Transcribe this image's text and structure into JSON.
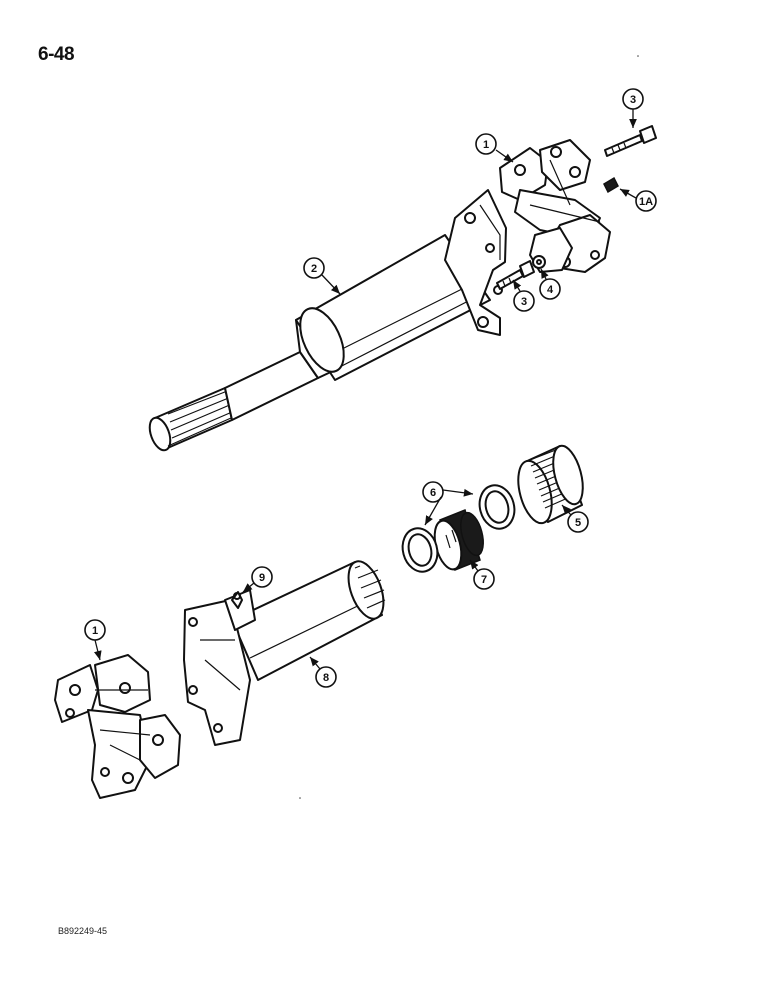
{
  "page_number": "6-48",
  "footer_code": "B892249-45",
  "callouts": {
    "c1_top": "1",
    "c1a": "1A",
    "c2": "2",
    "c3_top": "3",
    "c3_bottom": "3",
    "c4": "4",
    "c5": "5",
    "c6": "6",
    "c7": "7",
    "c8": "8",
    "c9": "9",
    "c1_bottom": "1"
  }
}
